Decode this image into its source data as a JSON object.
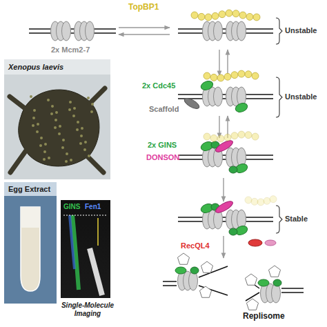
{
  "diagram": {
    "labels": [
      "TopBP1",
      "2x Mcm2-7",
      "Xenopus laevis",
      "Unstable",
      "2x Cdc45",
      "Scaffold",
      "Unstable",
      "2x GINS",
      "DONSON",
      "Stable",
      "RecQL4",
      "Egg Extract",
      "GINS",
      "Fen1",
      "Single-Molecule Imaging",
      "Replisome"
    ]
  }
}
